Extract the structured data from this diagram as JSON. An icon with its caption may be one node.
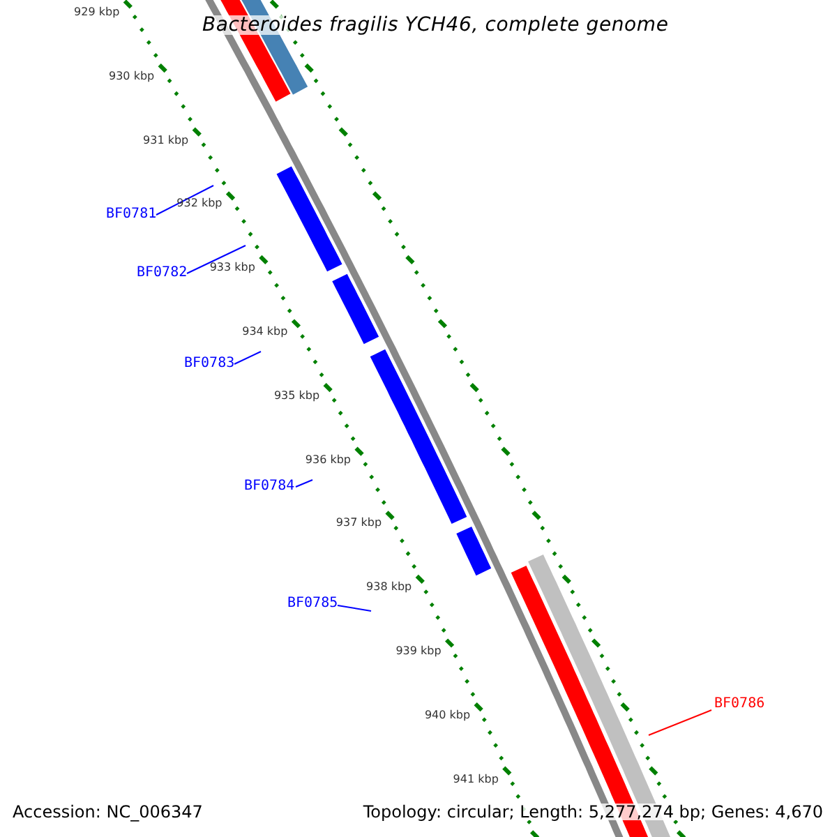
{
  "diagram": {
    "title": "Bacteroides fragilis YCH46, complete genome",
    "nodes": [
      {
        "text": [
          "BF0781"
        ]
      },
      {
        "text": [
          "BF0782"
        ]
      },
      {
        "text": [
          "BF0783"
        ]
      },
      {
        "text": [
          "BF0784"
        ]
      },
      {
        "text": [
          "BF0785"
        ]
      },
      {
        "text": [
          "BF0786"
        ]
      }
    ],
    "edges": [
      {
        "from": 0,
        "to": null,
        "arrow": "none"
      },
      {
        "from": 1,
        "to": null,
        "arrow": "none"
      },
      {
        "from": 2,
        "to": null,
        "arrow": "none"
      },
      {
        "from": 3,
        "to": null,
        "arrow": "none"
      },
      {
        "from": 4,
        "to": null,
        "arrow": "none"
      },
      {
        "from": 5,
        "to": null,
        "arrow": "none",
        "color": "#ff0000"
      }
    ],
    "labels": [
      "929 kbp",
      "930 kbp",
      "931 kbp",
      "932 kbp",
      "933 kbp",
      "934 kbp",
      "935 kbp",
      "936 kbp",
      "937 kbp",
      "938 kbp",
      "939 kbp",
      "940 kbp",
      "941 kbp",
      "Accession: NC_006347",
      "Topology: circular; Length: 5,277,274 bp; Genes: 4,670"
    ]
  }
}
